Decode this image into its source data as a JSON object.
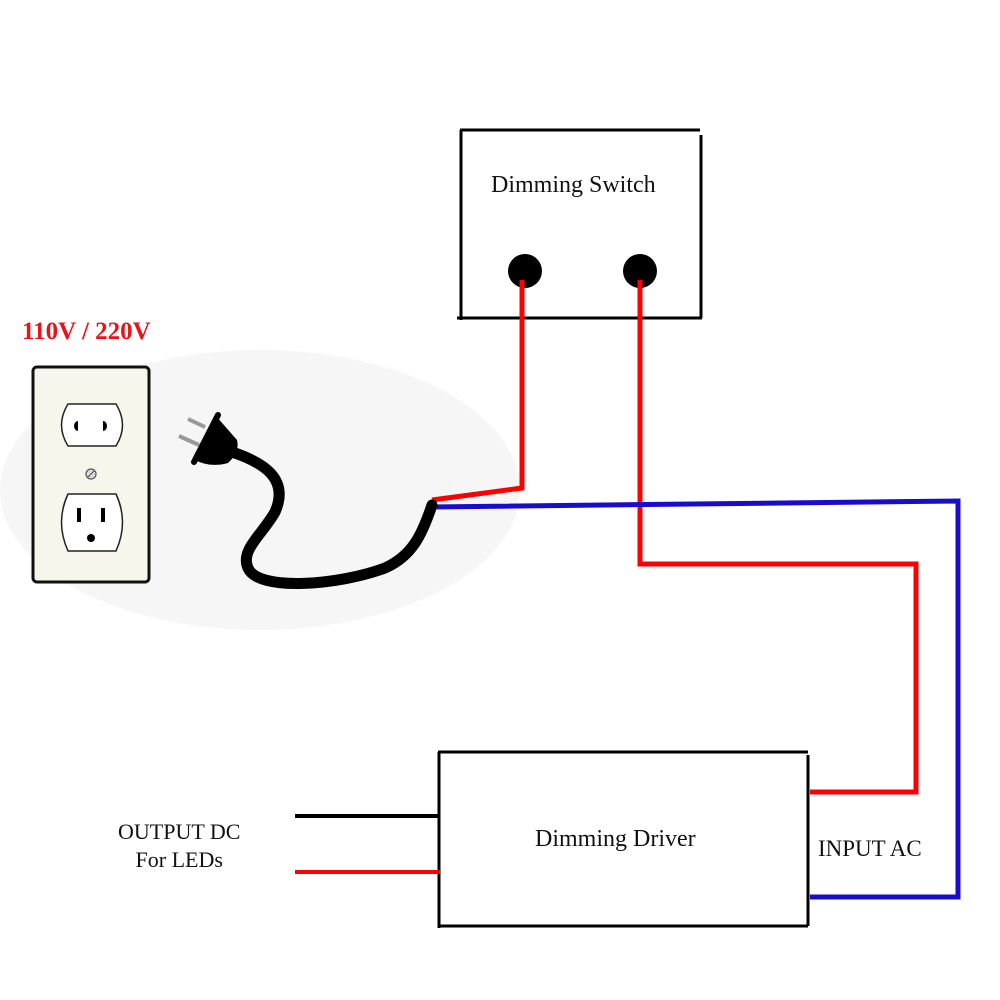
{
  "diagram": {
    "title": "Dimming driver wiring diagram",
    "voltage_label": "110V / 220V",
    "outlet": {
      "name": "Wall outlet",
      "plate_color": "#f7f6ec"
    },
    "plug": {
      "name": "Power plug with cord"
    },
    "dimming_switch": {
      "label": "Dimming Switch",
      "terminals": 2
    },
    "dimming_driver": {
      "label": "Dimming Driver"
    },
    "output": {
      "line1": "OUTPUT DC",
      "line2": "For LEDs"
    },
    "input": {
      "label": "INPUT AC"
    },
    "wires": [
      {
        "id": "cord-to-switch-left",
        "color": "#ff0000",
        "from": "plug cord",
        "to": "Dimming Switch terminal 1"
      },
      {
        "id": "switch-right-to-driver",
        "color": "#ff0000",
        "from": "Dimming Switch terminal 2",
        "to": "Dimming Driver input (upper)"
      },
      {
        "id": "cord-to-driver-neutral",
        "color": "#1a0ccc",
        "from": "plug cord",
        "to": "Dimming Driver input (lower)"
      },
      {
        "id": "output-dc-black",
        "color": "#000000",
        "from": "Dimming Driver",
        "to": "OUTPUT DC"
      },
      {
        "id": "output-dc-red",
        "color": "#ff0000",
        "from": "Dimming Driver",
        "to": "OUTPUT DC"
      }
    ],
    "colors": {
      "hot": "#ff0000",
      "neutral": "#1a0ccc",
      "black": "#000000",
      "voltage_text": "#e8141a"
    }
  }
}
